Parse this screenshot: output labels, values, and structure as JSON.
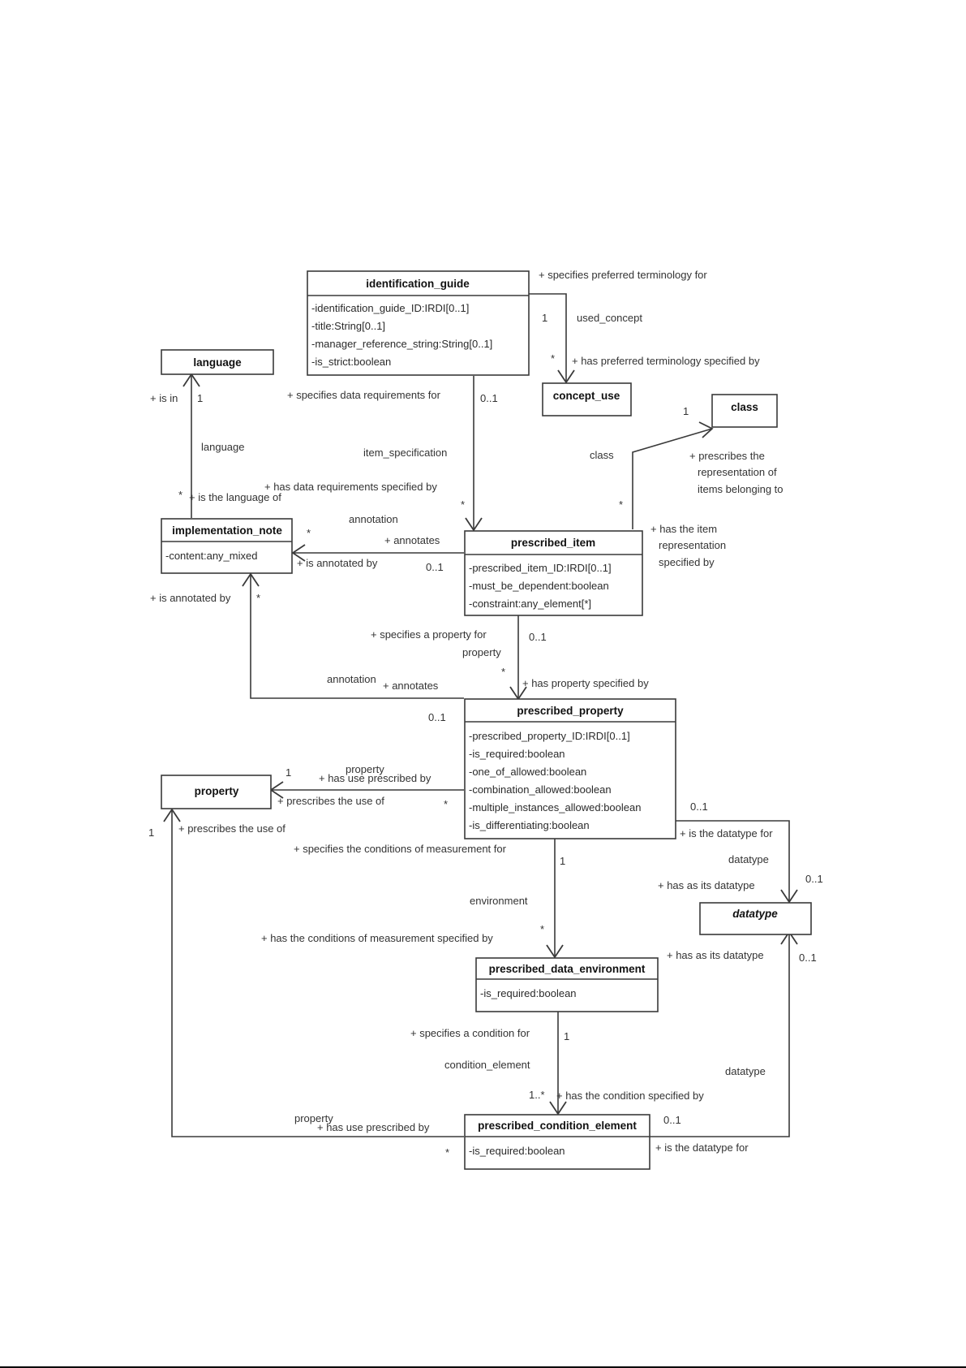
{
  "diagram": {
    "type": "uml-class-diagram",
    "classes": [
      {
        "id": "identification_guide",
        "name": "identification_guide",
        "abstract": false,
        "attributes": [
          "-identification_guide_ID:IRDI[0..1]",
          "-title:String[0..1]",
          "-manager_reference_string:String[0..1]",
          "-is_strict:boolean"
        ]
      },
      {
        "id": "language",
        "name": "language",
        "abstract": false,
        "attributes": []
      },
      {
        "id": "concept_use",
        "name": "concept_use",
        "abstract": false,
        "attributes": []
      },
      {
        "id": "class",
        "name": "class",
        "abstract": false,
        "attributes": []
      },
      {
        "id": "implementation_note",
        "name": "implementation_note",
        "abstract": false,
        "attributes": [
          "-content:any_mixed"
        ]
      },
      {
        "id": "prescribed_item",
        "name": "prescribed_item",
        "abstract": false,
        "attributes": [
          "-prescribed_item_ID:IRDI[0..1]",
          "-must_be_dependent:boolean",
          "-constraint:any_element[*]"
        ]
      },
      {
        "id": "prescribed_property",
        "name": "prescribed_property",
        "abstract": false,
        "attributes": [
          "-prescribed_property_ID:IRDI[0..1]",
          "-is_required:boolean",
          "-one_of_allowed:boolean",
          "-combination_allowed:boolean",
          "-multiple_instances_allowed:boolean",
          "-is_differentiating:boolean"
        ]
      },
      {
        "id": "property",
        "name": "property",
        "abstract": false,
        "attributes": []
      },
      {
        "id": "datatype",
        "name": "datatype",
        "abstract": true,
        "attributes": []
      },
      {
        "id": "prescribed_data_environment",
        "name": "prescribed_data_environment",
        "abstract": false,
        "attributes": [
          "-is_required:boolean"
        ]
      },
      {
        "id": "prescribed_condition_element",
        "name": "prescribed_condition_element",
        "abstract": false,
        "attributes": [
          "-is_required:boolean"
        ]
      }
    ],
    "associations": [
      {
        "id": "used_concept",
        "from": "identification_guide",
        "to": "concept_use",
        "role": "used_concept",
        "labels": [
          "+ specifies preferred terminology for",
          "1",
          "used_concept",
          "*",
          "+ has preferred terminology specified by"
        ]
      },
      {
        "id": "language",
        "from": "implementation_note",
        "to": "language",
        "role": "language",
        "labels": [
          "+ is in",
          "1",
          "language",
          "*",
          "+ is the language of"
        ]
      },
      {
        "id": "item_specification",
        "from": "identification_guide",
        "to": "prescribed_item",
        "role": "item_specification",
        "labels": [
          "+ specifies data requirements for",
          "0..1",
          "item_specification",
          "+ has data requirements specified by",
          "*"
        ]
      },
      {
        "id": "class",
        "from": "prescribed_item",
        "to": "class",
        "role": "class",
        "labels": [
          "1",
          "class",
          "+ prescribes the representation of items belonging to",
          "*",
          "+ has the item representation specified by"
        ]
      },
      {
        "id": "annotation_item",
        "from": "prescribed_item",
        "to": "implementation_note",
        "role": "annotation",
        "labels": [
          "annotation",
          "*",
          "+ annotates",
          "+ is annotated by",
          "0..1"
        ]
      },
      {
        "id": "property_spec",
        "from": "prescribed_item",
        "to": "prescribed_property",
        "role": "property",
        "labels": [
          "+ specifies a property for",
          "0..1",
          "property",
          "*",
          "+ has property specified by"
        ]
      },
      {
        "id": "annotation_property",
        "from": "prescribed_property",
        "to": "implementation_note",
        "role": "annotation",
        "labels": [
          "+ is annotated by",
          "*",
          "annotation",
          "+ annotates",
          "0..1"
        ]
      },
      {
        "id": "property_use",
        "from": "prescribed_property",
        "to": "property",
        "role": "property",
        "labels": [
          "1",
          "property",
          "+ has use prescribed by",
          "+ prescribes the use of",
          "*"
        ]
      },
      {
        "id": "datatype_property",
        "from": "prescribed_property",
        "to": "datatype",
        "role": "datatype",
        "labels": [
          "0..1",
          "+ is the datatype for",
          "datatype",
          "+ has as its datatype",
          "0..1"
        ]
      },
      {
        "id": "environment",
        "from": "prescribed_property",
        "to": "prescribed_data_environment",
        "role": "environment",
        "labels": [
          "+ specifies the conditions of measurement for",
          "1",
          "environment",
          "*",
          "+ has the conditions of measurement specified by"
        ]
      },
      {
        "id": "condition_element",
        "from": "prescribed_data_environment",
        "to": "prescribed_condition_element",
        "role": "condition_element",
        "labels": [
          "+ specifies a condition for",
          "1",
          "condition_element",
          "1..*",
          "+ has the condition specified by"
        ]
      },
      {
        "id": "datatype_condition",
        "from": "prescribed_condition_element",
        "to": "datatype",
        "role": "datatype",
        "labels": [
          "+ has as its datatype",
          "0..1",
          "datatype",
          "0..1",
          "+ is the datatype for"
        ]
      },
      {
        "id": "property_condition",
        "from": "prescribed_condition_element",
        "to": "property",
        "role": "property",
        "labels": [
          "1",
          "+ prescribes the use of",
          "property",
          "+ has use prescribed by",
          "*"
        ]
      }
    ]
  },
  "text": {
    "ig": {
      "name": "identification_guide",
      "a0": "-identification_guide_ID:IRDI[0..1]",
      "a1": "-title:String[0..1]",
      "a2": "-manager_reference_string:String[0..1]",
      "a3": "-is_strict:boolean"
    },
    "language": {
      "name": "language"
    },
    "concept_use": {
      "name": "concept_use"
    },
    "class": {
      "name": "class"
    },
    "impl": {
      "name": "implementation_note",
      "a0": "-content:any_mixed"
    },
    "pi": {
      "name": "prescribed_item",
      "a0": "-prescribed_item_ID:IRDI[0..1]",
      "a1": "-must_be_dependent:boolean",
      "a2": "-constraint:any_element[*]"
    },
    "pp": {
      "name": "prescribed_property",
      "a0": "-prescribed_property_ID:IRDI[0..1]",
      "a1": "-is_required:boolean",
      "a2": "-one_of_allowed:boolean",
      "a3": "-combination_allowed:boolean",
      "a4": "-multiple_instances_allowed:boolean",
      "a5": "-is_differentiating:boolean"
    },
    "property": {
      "name": "property"
    },
    "datatype": {
      "name": "datatype"
    },
    "pde": {
      "name": "prescribed_data_environment",
      "a0": "-is_required:boolean"
    },
    "pce": {
      "name": "prescribed_condition_element",
      "a0": "-is_required:boolean"
    },
    "l": {
      "uc_src": "+ specifies preferred terminology for",
      "uc_m1": "1",
      "uc_role": "used_concept",
      "uc_m2": "*",
      "uc_dst": "+ has preferred terminology specified by",
      "lang_isin": "+ is in",
      "lang_m1": "1",
      "lang_role": "language",
      "lang_m2": "*",
      "lang_of": "+ is the language of",
      "is_src": "+ specifies data requirements for",
      "is_m1": "0..1",
      "is_role": "item_specification",
      "is_dst": "+ has data requirements specified by",
      "is_m2": "*",
      "cl_m1": "1",
      "cl_role": "class",
      "cl_pres1": "+ prescribes the",
      "cl_pres2": "representation of",
      "cl_pres3": "items belonging to",
      "cl_m2": "*",
      "cl_has1": "+ has the item",
      "cl_has2": "representation",
      "cl_has3": "specified by",
      "an1_role": "annotation",
      "an1_m1": "*",
      "an1_annot": "+ annotates",
      "an1_isannot": "+ is annotated by",
      "an1_m2": "0..1",
      "ps_src": "+ specifies a property for",
      "ps_m1": "0..1",
      "ps_role": "property",
      "ps_m2": "*",
      "ps_dst": "+ has property specified by",
      "an2_isannot": "+ is annotated by",
      "an2_m1": "*",
      "an2_role": "annotation",
      "an2_annot": "+ annotates",
      "an2_m2": "0..1",
      "pu_m1": "1",
      "pu_role": "property",
      "pu_has": "+ has use prescribed by",
      "pu_pres": "+ prescribes the use of",
      "pu_m2": "*",
      "dt1_m1": "0..1",
      "dt1_isfor": "+ is the datatype  for",
      "dt1_role": "datatype",
      "dt1_has": "+ has as its datatype",
      "dt1_m2": "0..1",
      "env_src": "+ specifies the conditions of measurement for",
      "env_m1": "1",
      "env_role": "environment",
      "env_m2": "*",
      "env_dst": "+ has the conditions of measurement specified by",
      "ce_src": "+ specifies a condition for",
      "ce_m1": "1",
      "ce_role": "condition_element",
      "ce_m2": "1..*",
      "ce_dst": "+ has the condition specified by",
      "dt2_has": "+ has as its datatype",
      "dt2_m1": "0..1",
      "dt2_role": "datatype",
      "dt2_m2": "0..1",
      "dt2_isfor": "+ is the datatype  for",
      "pc_m1": "1",
      "pc_pres": "+ prescribes the use of",
      "pc_role": "property",
      "pc_has": "+ has use prescribed by",
      "pc_m2": "*"
    }
  }
}
